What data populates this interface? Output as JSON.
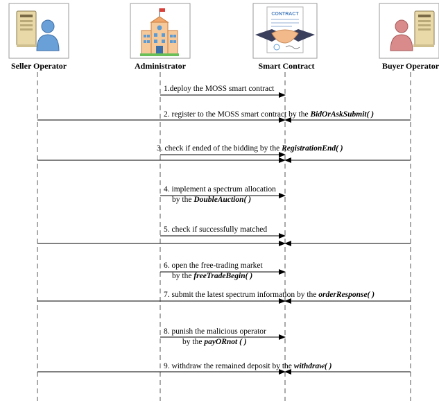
{
  "actors": {
    "seller": "Seller Operator",
    "admin": "Administrator",
    "contract": "Smart Contract",
    "buyer": "Buyer Operator"
  },
  "contract_doc_title": "CONTRACT",
  "messages": {
    "m1": {
      "line1_plain": "1.deploy the MOSS smart contract"
    },
    "m2": {
      "line1_plain": "2. register to the MOSS smart contract by the ",
      "line1_em": "BidOrAskSubmit( )"
    },
    "m3": {
      "line1_plain": "3. check if ended of the bidding by the ",
      "line1_em": "RegistrationEnd( )"
    },
    "m4": {
      "line1_plain": "4. implement a spectrum allocation",
      "line2_plain": "by the ",
      "line2_em": "DoubleAuction( )"
    },
    "m5": {
      "line1_plain": "5. check if successfully matched"
    },
    "m6": {
      "line1_plain": "6. open the free-trading market",
      "line2_plain": "by the ",
      "line2_em": "freeTradeBegin( )"
    },
    "m7": {
      "line1_plain": "7. submit the  latest spectrum information by the ",
      "line1_em": "orderResponse( )"
    },
    "m8": {
      "line1_plain": "8. punish the malicious operator",
      "line2_plain": "by the ",
      "line2_em": "payORnot ( )"
    },
    "m9": {
      "line1_plain": "9. withdraw the remained deposit by the ",
      "line1_em": "withdraw( )"
    }
  }
}
